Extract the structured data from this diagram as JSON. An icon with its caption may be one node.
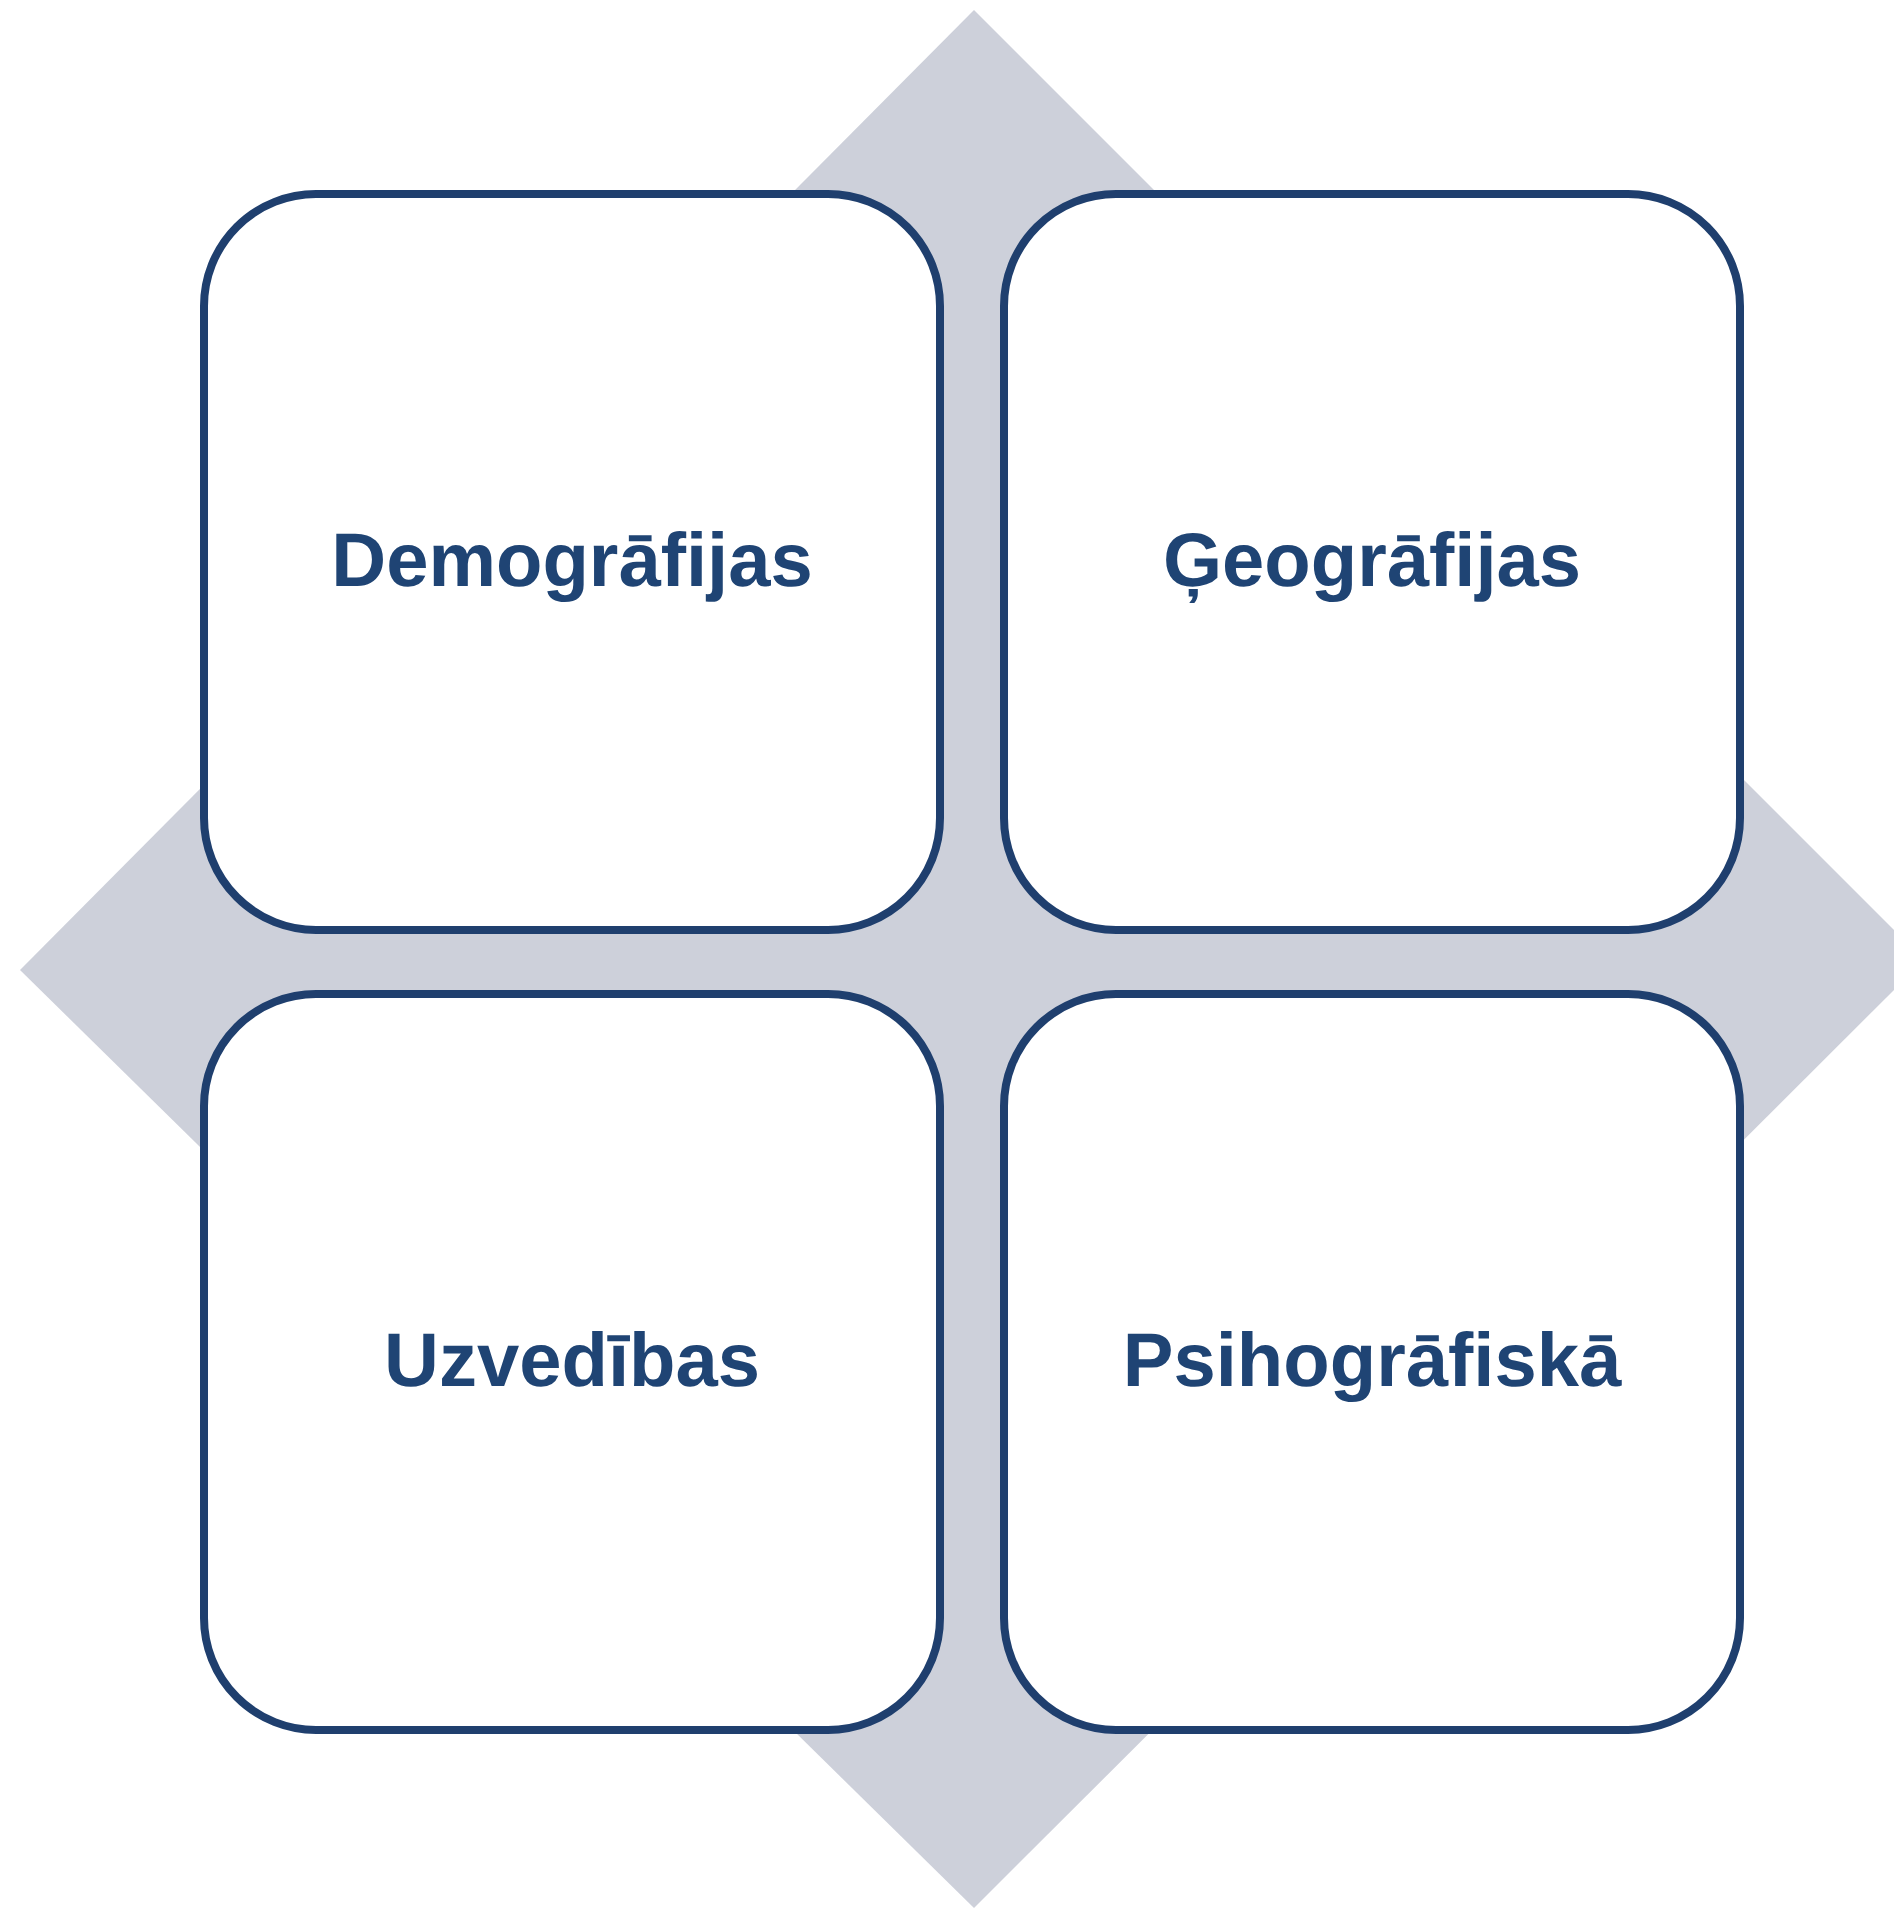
{
  "diagram": {
    "nodes": [
      {
        "text": [
          "Demogrāfijas"
        ]
      },
      {
        "text": [
          "Ģeogrāfijas"
        ]
      },
      {
        "text": [
          "Uzvedības"
        ]
      },
      {
        "text": [
          "Psihogrāfiskā"
        ]
      }
    ]
  }
}
